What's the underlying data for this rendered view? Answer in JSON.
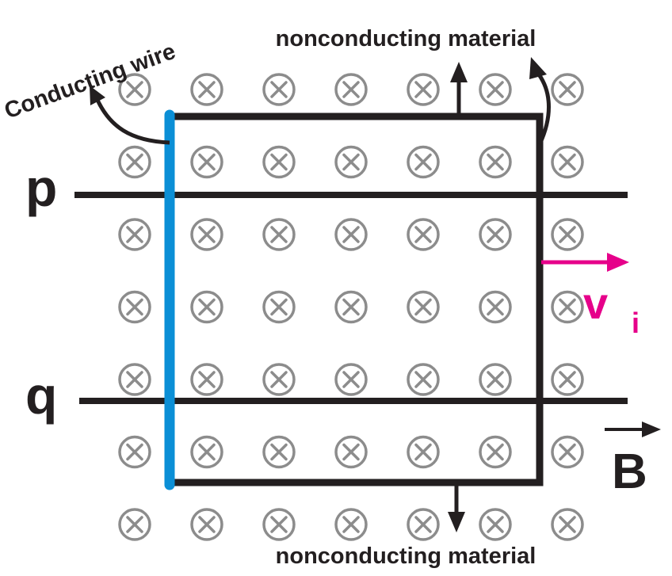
{
  "labels": {
    "conducting_wire": "Conducting wire",
    "nonconducting_top": "nonconducting material",
    "nonconducting_bottom": "nonconducting material",
    "rail_p": "p",
    "rail_q": "q",
    "velocity_main": "v",
    "velocity_sub": "i",
    "field": "B"
  },
  "field_grid": {
    "rows": 7,
    "cols": 7,
    "symbol": "into-page-x-in-circle"
  },
  "colors": {
    "rails_and_frame": "#231f20",
    "conducting_wire": "#0b8fd6",
    "velocity": "#e6008a",
    "field_symbols": "#8c8c8c"
  }
}
